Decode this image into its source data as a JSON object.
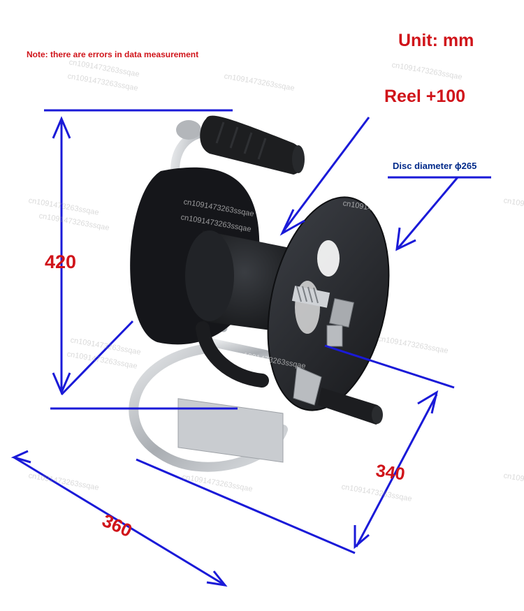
{
  "labels": {
    "note": "Note: there are errors in data measurement",
    "unit": "Unit: mm",
    "reel": "Reel +100",
    "disc": "Disc diameter ϕ265",
    "height": "420",
    "depth": "340",
    "width": "360"
  },
  "watermark": {
    "text": "cn1091473263ssqae"
  },
  "colors": {
    "label_red": "#d0141a",
    "dimension_blue": "#1a1ad8",
    "disc_label_blue": "#002a8a",
    "reel_black": "#1b1d20",
    "steel": "#b9bcc0"
  }
}
